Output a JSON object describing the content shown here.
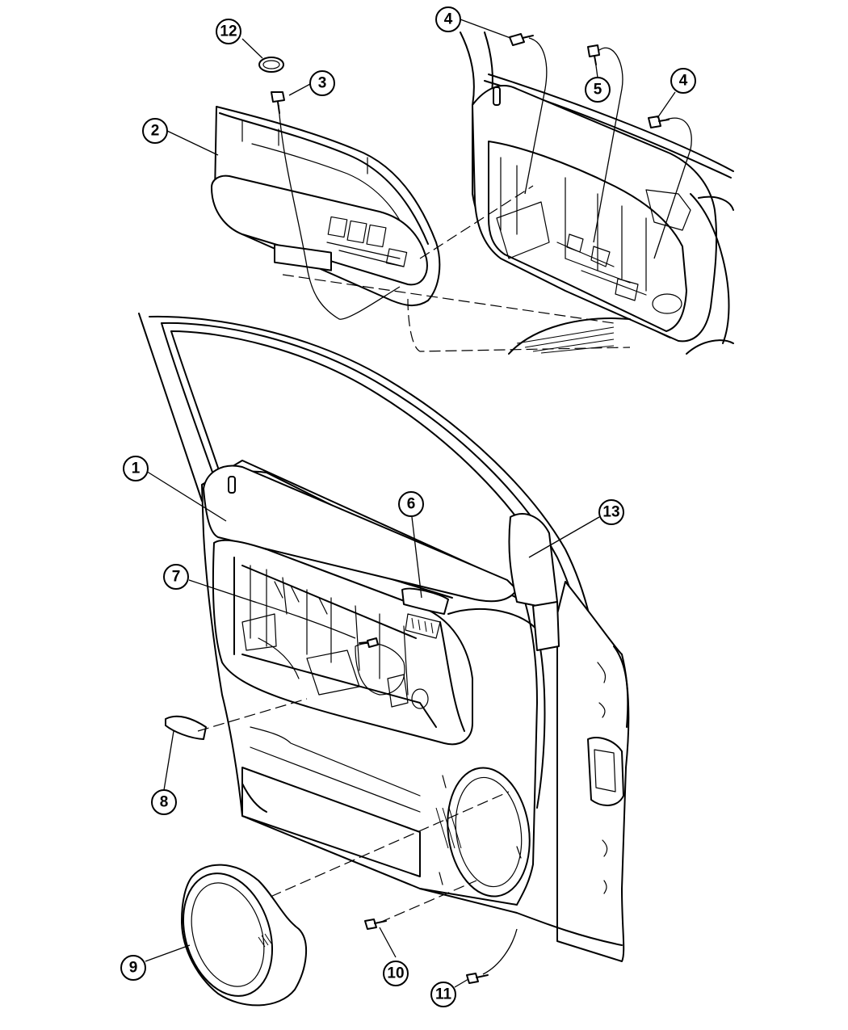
{
  "callouts": [
    {
      "id": "1",
      "label": "1"
    },
    {
      "id": "2",
      "label": "2"
    },
    {
      "id": "3",
      "label": "3"
    },
    {
      "id": "4a",
      "label": "4"
    },
    {
      "id": "4b",
      "label": "4"
    },
    {
      "id": "5",
      "label": "5"
    },
    {
      "id": "6",
      "label": "6"
    },
    {
      "id": "7",
      "label": "7"
    },
    {
      "id": "8",
      "label": "8"
    },
    {
      "id": "9",
      "label": "9"
    },
    {
      "id": "10",
      "label": "10"
    },
    {
      "id": "11",
      "label": "11"
    },
    {
      "id": "12",
      "label": "12"
    },
    {
      "id": "13",
      "label": "13"
    }
  ]
}
